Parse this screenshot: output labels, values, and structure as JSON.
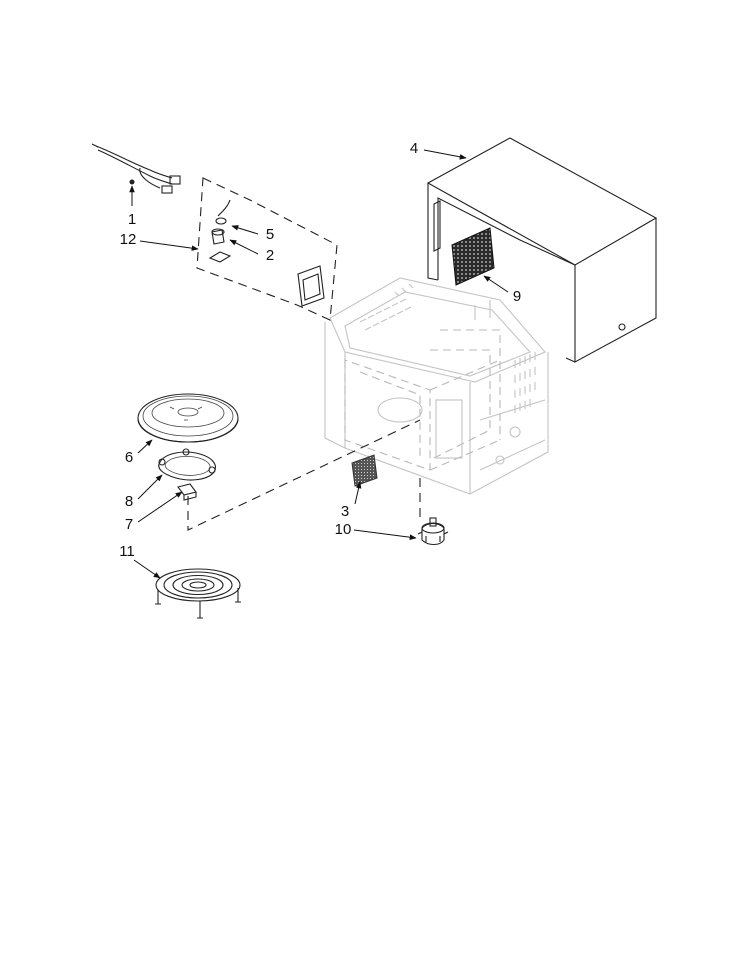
{
  "diagram": {
    "callouts": [
      {
        "id": "1",
        "label": "1",
        "part": "wire-harness"
      },
      {
        "id": "12",
        "label": "12",
        "part": "bracket-kit"
      },
      {
        "id": "5",
        "label": "5",
        "part": "lamp-bulb"
      },
      {
        "id": "2",
        "label": "2",
        "part": "lamp-socket"
      },
      {
        "id": "4",
        "label": "4",
        "part": "outer-cabinet"
      },
      {
        "id": "9",
        "label": "9",
        "part": "vent-grille"
      },
      {
        "id": "6",
        "label": "6",
        "part": "turntable-tray"
      },
      {
        "id": "8",
        "label": "8",
        "part": "roller-ring"
      },
      {
        "id": "7",
        "label": "7",
        "part": "coupler"
      },
      {
        "id": "3",
        "label": "3",
        "part": "waveguide-cover"
      },
      {
        "id": "10",
        "label": "10",
        "part": "turntable-motor"
      },
      {
        "id": "11",
        "label": "11",
        "part": "wire-rack"
      }
    ],
    "colors": {
      "ink": "#222222",
      "ghost": "#c4c4c4",
      "background": "#ffffff"
    }
  }
}
